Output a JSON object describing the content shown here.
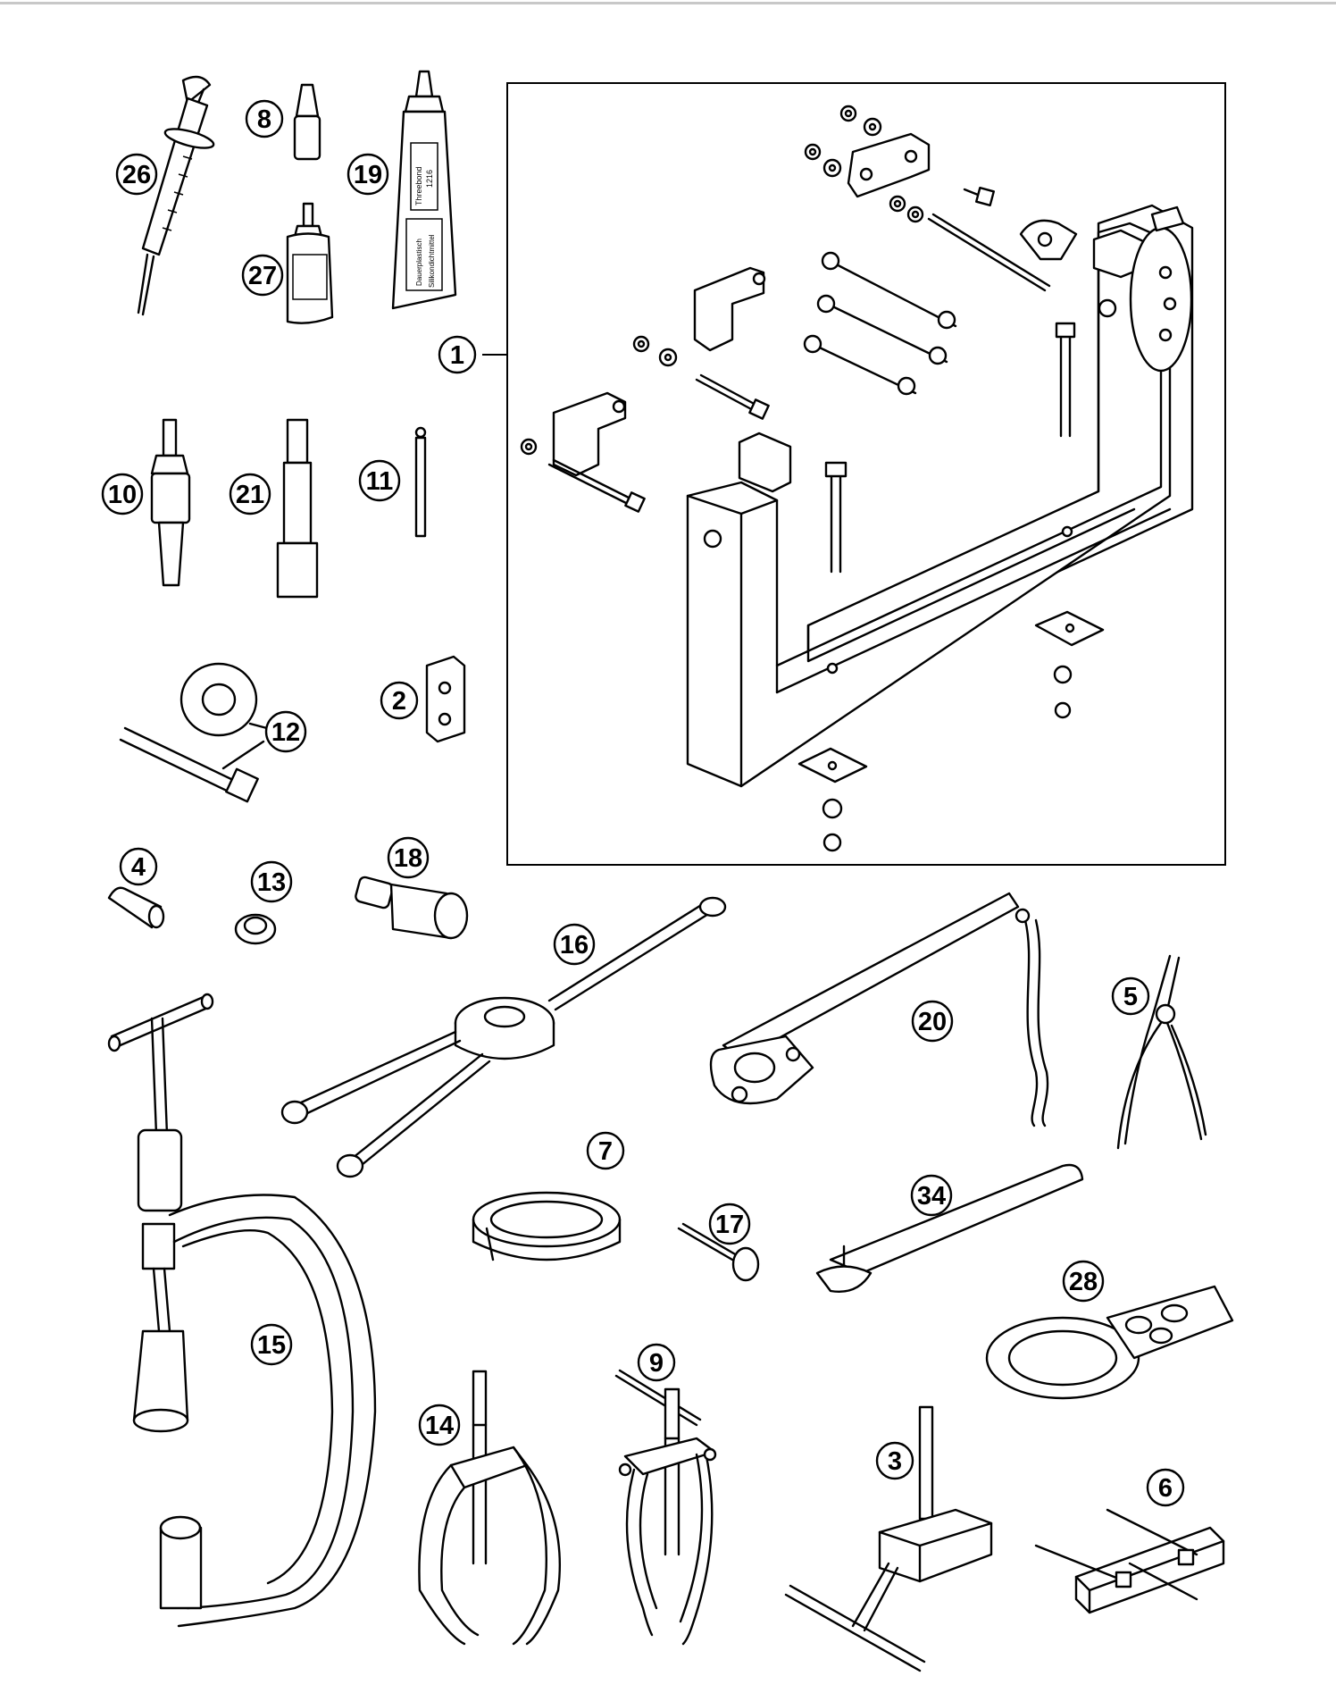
{
  "callouts": [
    {
      "key": "p1",
      "text": "1"
    },
    {
      "key": "p2",
      "text": "2"
    },
    {
      "key": "p3",
      "text": "3"
    },
    {
      "key": "p4",
      "text": "4"
    },
    {
      "key": "p5",
      "text": "5"
    },
    {
      "key": "p6",
      "text": "6"
    },
    {
      "key": "p7",
      "text": "7"
    },
    {
      "key": "p8",
      "text": "8"
    },
    {
      "key": "p9",
      "text": "9"
    },
    {
      "key": "p10",
      "text": "10"
    },
    {
      "key": "p11",
      "text": "11"
    },
    {
      "key": "p12",
      "text": "12"
    },
    {
      "key": "p13",
      "text": "13"
    },
    {
      "key": "p14",
      "text": "14"
    },
    {
      "key": "p15",
      "text": "15"
    },
    {
      "key": "p16",
      "text": "16"
    },
    {
      "key": "p17",
      "text": "17"
    },
    {
      "key": "p18",
      "text": "18"
    },
    {
      "key": "p19",
      "text": "19"
    },
    {
      "key": "p20",
      "text": "20"
    },
    {
      "key": "p21",
      "text": "21"
    },
    {
      "key": "p26",
      "text": "26"
    },
    {
      "key": "p27",
      "text": "27"
    },
    {
      "key": "p28",
      "text": "28"
    },
    {
      "key": "p34",
      "text": "34"
    }
  ],
  "labels": {
    "p1": "1",
    "p2": "2",
    "p3": "3",
    "p4": "4",
    "p5": "5",
    "p6": "6",
    "p7": "7",
    "p8": "8",
    "p9": "9",
    "p10": "10",
    "p11": "11",
    "p12": "12",
    "p13": "13",
    "p14": "14",
    "p15": "15",
    "p16": "16",
    "p17": "17",
    "p18": "18",
    "p19": "19",
    "p20": "20",
    "p21": "21",
    "p26": "26",
    "p27": "27",
    "p28": "28",
    "p34": "34"
  },
  "tube_text": {
    "line_a": "Threebond",
    "line_b": "1216",
    "line_c": "Dauerplastisch",
    "line_d": "Silikondichtmittel"
  }
}
